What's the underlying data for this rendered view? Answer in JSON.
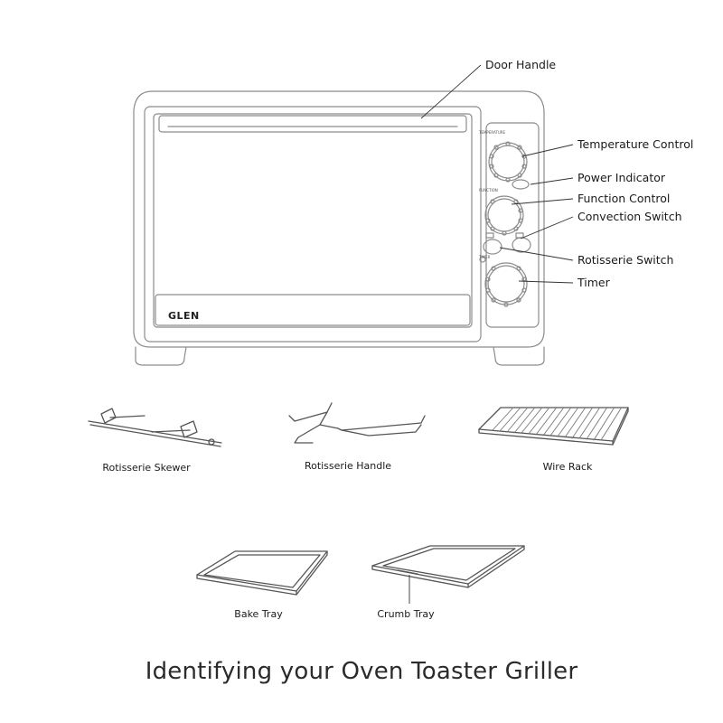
{
  "brand": "GLEN",
  "title": "Identifying your Oven Toaster Griller",
  "callouts": {
    "door_handle": "Door Handle",
    "temperature_control": "Temperature Control",
    "power_indicator": "Power Indicator",
    "function_control": "Function Control",
    "convection_switch": "Convection Switch",
    "rotisserie_switch": "Rotisserie Switch",
    "timer": "Timer"
  },
  "accessories": {
    "rotisserie_skewer": "Rotisserie Skewer",
    "rotisserie_handle": "Rotisserie Handle",
    "wire_rack": "Wire Rack",
    "bake_tray": "Bake Tray",
    "crumb_tray": "Crumb Tray"
  },
  "panel_text": {
    "temperature": "TEMPERATURE",
    "function": "FUNCTION",
    "timer": "TIMER"
  }
}
